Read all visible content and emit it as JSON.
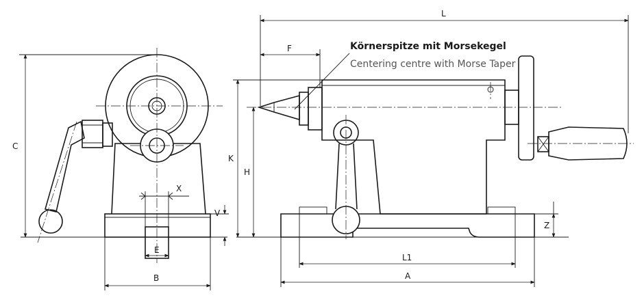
{
  "annotation": {
    "title_de": "Körnerspitze mit Morsekegel",
    "title_en": "Centering centre with Morse Taper"
  },
  "dimensions": {
    "L": "L",
    "F": "F",
    "C": "C",
    "K": "K",
    "H": "H",
    "X": "X",
    "V": "V",
    "E": "E",
    "B": "B",
    "Z": "Z",
    "L1": "L1",
    "A": "A"
  },
  "colors": {
    "line": "#1a1a1a",
    "caption_en": "#555555",
    "background": "#ffffff"
  }
}
